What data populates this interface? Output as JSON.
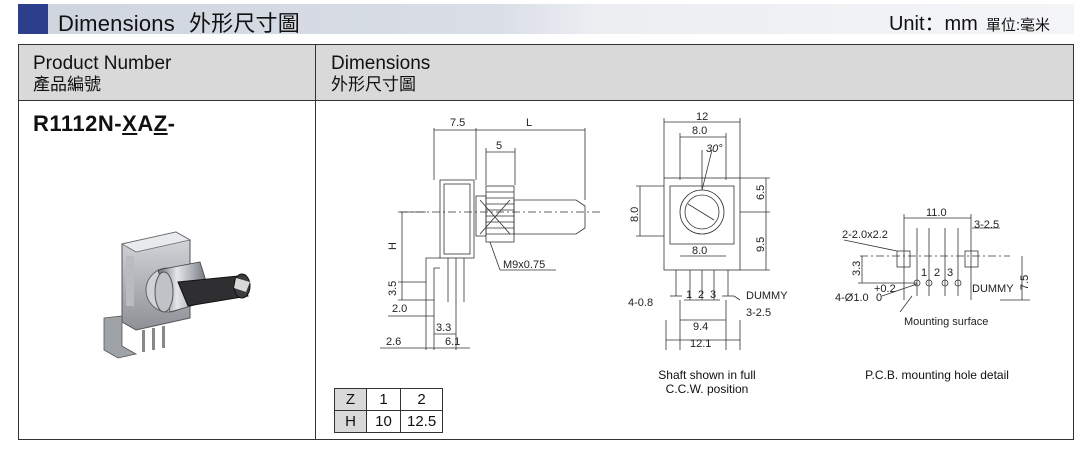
{
  "banner": {
    "title_en": "Dimensions",
    "title_cn": "外形尺寸圖",
    "unit_label": "Unit：mm",
    "unit_cn": "單位:毫米"
  },
  "table": {
    "col1_header": "Product Number",
    "col1_header_cn": "產品編號",
    "col2_header": "Dimensions",
    "col2_header_cn": "外形尺寸圖",
    "part_prefix": "R1112N-",
    "part_x": "X",
    "part_a": "A",
    "part_z": "Z",
    "part_suffix": "-"
  },
  "z_table": {
    "row_z_label": "Z",
    "row_h_label": "H",
    "z_values": [
      "1",
      "2"
    ],
    "h_values": [
      "10",
      "12.5"
    ]
  },
  "drawing": {
    "side": {
      "dim_7_5": "7.5",
      "dim_L": "L",
      "dim_5": "5",
      "dim_H": "H",
      "dim_3_5": "3.5",
      "dim_2_0": "2.0",
      "dim_3_3": "3.3",
      "dim_2_6": "2.6",
      "dim_6_1": "6.1",
      "thread": "M9x0.75"
    },
    "front": {
      "dim_12": "12",
      "dim_8_0_top": "8.0",
      "angle": "30°",
      "dim_6_5": "6.5",
      "dim_8_0_left": "8.0",
      "dim_9_5": "9.5",
      "dim_8_0_bottom": "8.0",
      "dim_4_0_8": "4-0.8",
      "dummy": "DUMMY",
      "dim_3_2_5": "3-2.5",
      "dim_9_4": "9.4",
      "dim_12_1": "12.1",
      "pin1": "1",
      "pin2": "2",
      "pin3": "3"
    },
    "pcb": {
      "dim_11_0": "11.0",
      "dim_2_2_0x2_2": "2-2.0x2.2",
      "dim_3_2_5": "3-2.5",
      "dim_3_3": "3.3",
      "dim_7_5": "7.5",
      "hole": "4-Ø1.0",
      "tol_plus": "+0.2",
      "tol_minus": "0",
      "dummy": "DUMMY",
      "mounting_surface": "Mounting surface",
      "pin1": "1",
      "pin2": "2",
      "pin3": "3"
    },
    "captions": {
      "front_line1": "Shaft shown in full",
      "front_line2": "C.C.W. position",
      "pcb": "P.C.B.  mounting hole detail"
    }
  },
  "colors": {
    "banner_mark": "#2d3e8c",
    "header_fill": "#d9d9d9"
  }
}
